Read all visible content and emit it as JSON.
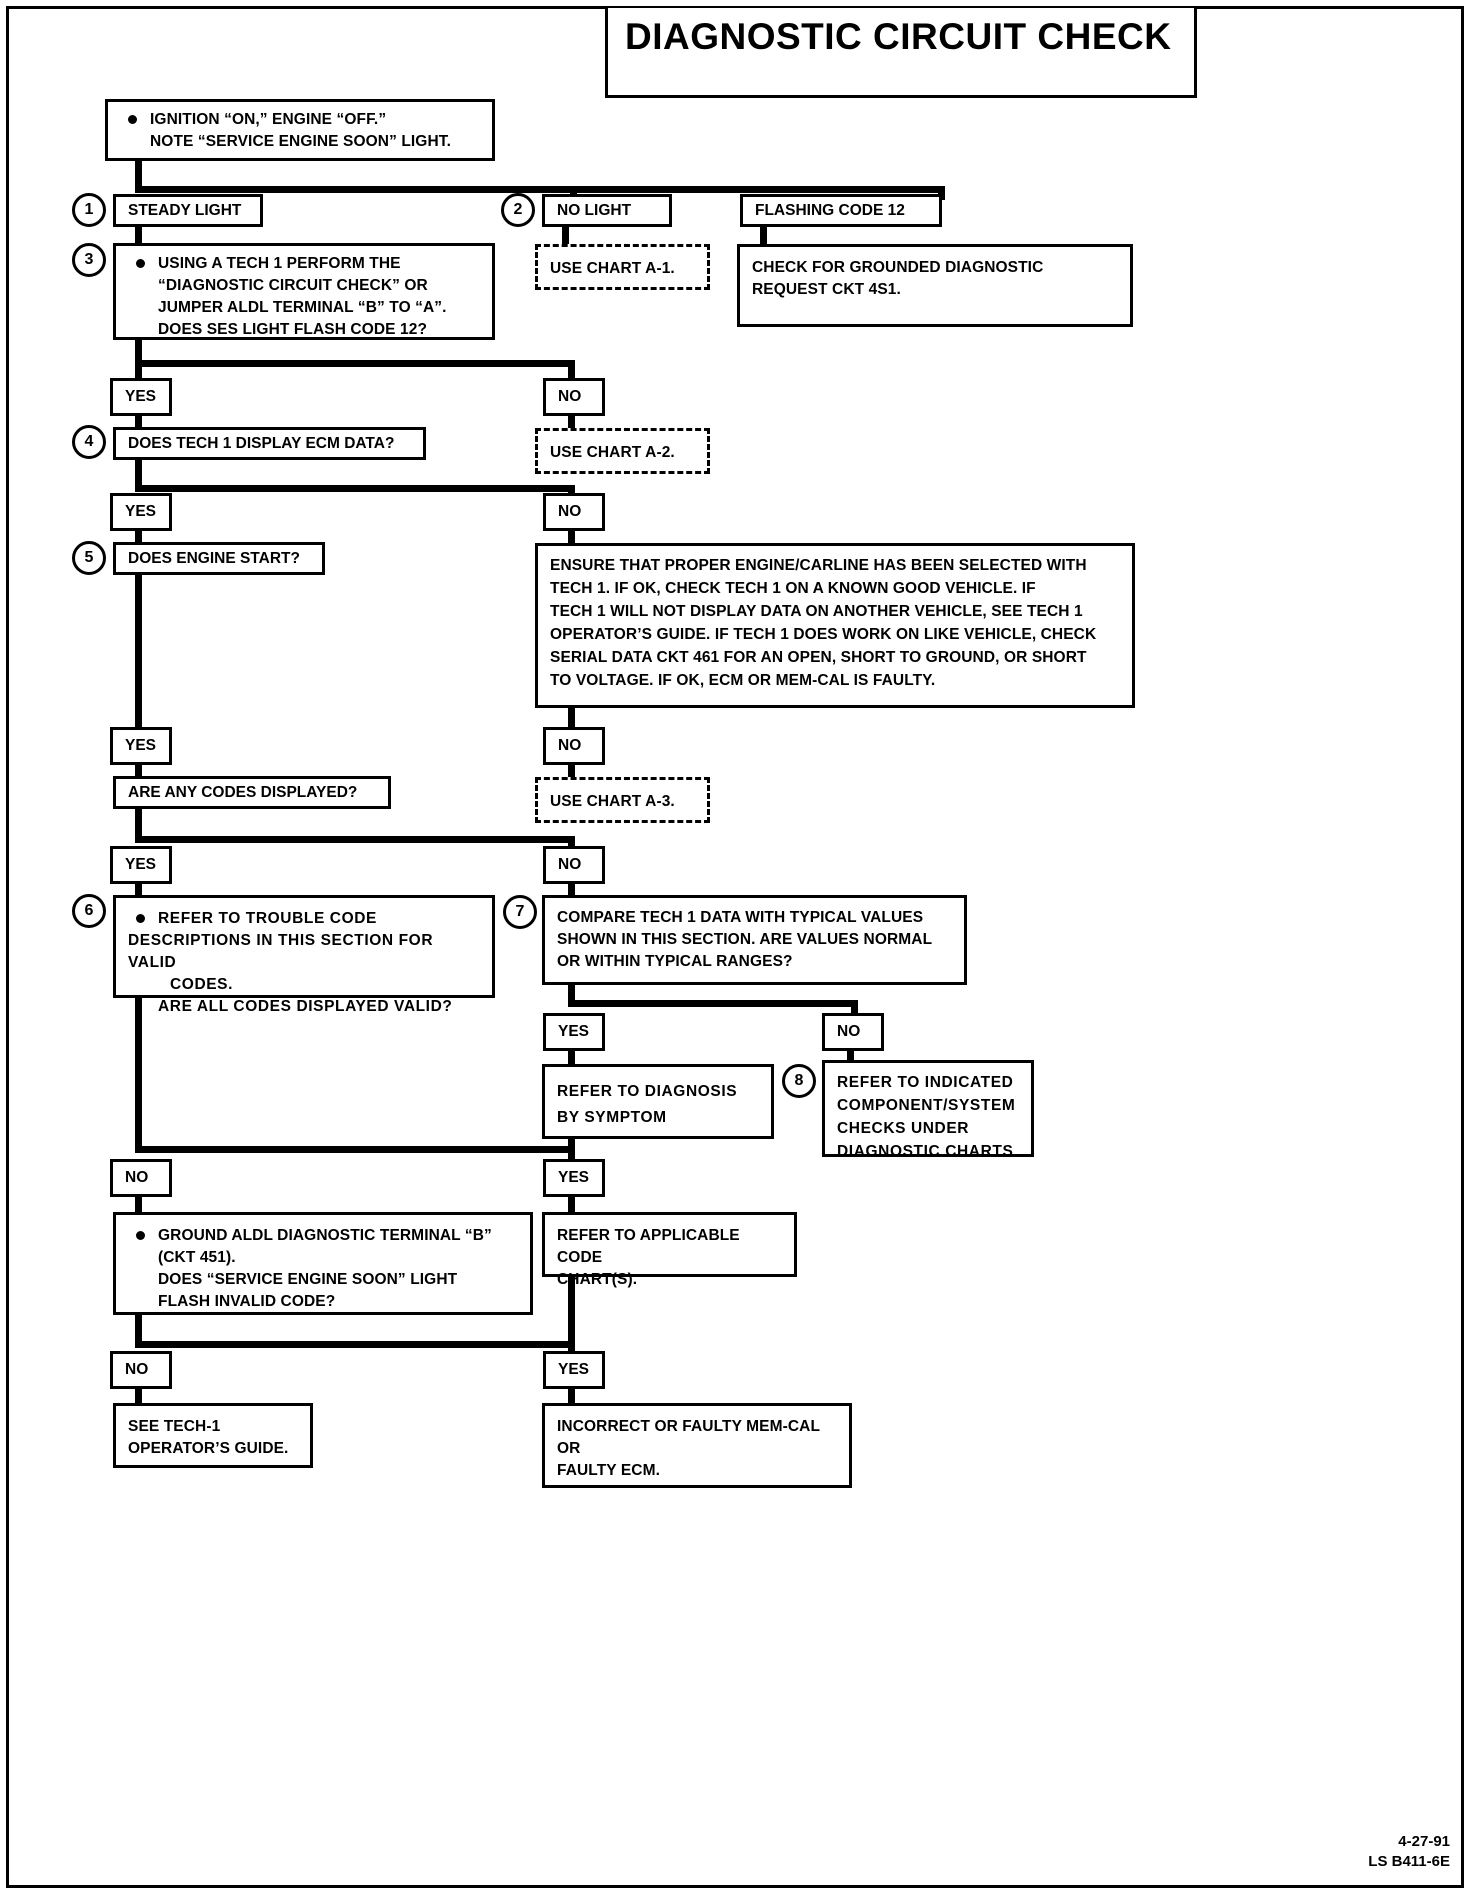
{
  "document": {
    "title": "DIAGNOSTIC CIRCUIT CHECK",
    "footer_date": "4-27-91",
    "footer_code": "LS B411-6E"
  },
  "nodes": {
    "start": {
      "line1": "IGNITION “ON,” ENGINE “OFF.”",
      "line2": "NOTE “SERVICE ENGINE SOON” LIGHT."
    },
    "steady_light": "STEADY LIGHT",
    "no_light": "NO LIGHT",
    "flashing_code_12": "FLASHING CODE 12",
    "use_chart_a1": "USE CHART A-1.",
    "grounded_request": {
      "line1": "CHECK FOR GROUNDED DIAGNOSTIC",
      "line2": "REQUEST CKT 4S1."
    },
    "step3": {
      "line1": "USING A TECH 1 PERFORM THE",
      "line2": "“DIAGNOSTIC CIRCUIT CHECK” OR",
      "line3": "JUMPER  ALDL TERMINAL “B” TO “A”.",
      "line4": "DOES SES LIGHT FLASH CODE 12?"
    },
    "step4": "DOES TECH 1 DISPLAY ECM DATA?",
    "use_chart_a2": "USE CHART A-2.",
    "step5": "DOES ENGINE START?",
    "ensure_block": {
      "line1": "ENSURE THAT PROPER ENGINE/CARLINE HAS BEEN SELECTED WITH",
      "line2": "TECH 1. IF OK, CHECK TECH 1 ON A KNOWN GOOD VEHICLE. IF",
      "line3": "TECH 1 WILL NOT DISPLAY DATA ON ANOTHER VEHICLE, SEE TECH 1",
      "line4": "OPERATOR’S GUIDE. IF TECH 1 DOES WORK ON LIKE VEHICLE, CHECK",
      "line5": "SERIAL DATA CKT 461 FOR AN OPEN, SHORT TO GROUND, OR SHORT",
      "line6": "TO VOLTAGE. IF OK, ECM OR MEM-CAL IS FAULTY."
    },
    "any_codes": "ARE ANY CODES DISPLAYED?",
    "use_chart_a3": "USE CHART A-3.",
    "step6": {
      "line1": "REFER TO  TROUBLE  CODE",
      "line2": "DESCRIPTIONS  IN THIS SECTION FOR VALID",
      "line3": "CODES.",
      "line4": "ARE ALL CODES DISPLAYED VALID?"
    },
    "step7": {
      "line1": "COMPARE TECH 1 DATA WITH TYPICAL VALUES",
      "line2": "SHOWN IN THIS SECTION.  ARE VALUES NORMAL",
      "line3": "OR WITHIN TYPICAL RANGES?"
    },
    "refer_diagnosis": {
      "line1": "REFER TO DIAGNOSIS",
      "line2": "BY  SYMPTOM"
    },
    "step8": {
      "line1": "REFER  TO  INDICATED",
      "line2": "COMPONENT/SYSTEM",
      "line3": "CHECKS  UNDER",
      "line4": "DIAGNOSTIC  CHARTS"
    },
    "ground_aldl": {
      "line1": "GROUND ALDL DIAGNOSTIC TERMINAL “B”",
      "line2": "(CKT 451).",
      "line3": "DOES “SERVICE ENGINE SOON” LIGHT",
      "line4": "FLASH INVALID CODE?"
    },
    "applicable_code": {
      "line1": "REFER TO APPLICABLE CODE",
      "line2": "CHART(S)."
    },
    "see_tech1": {
      "line1": "SEE TECH-1",
      "line2": "OPERATOR’S GUIDE."
    },
    "faulty_mem_cal": {
      "line1": "INCORRECT OR FAULTY MEM-CAL",
      "line2": "OR",
      "line3": "FAULTY ECM."
    }
  },
  "branch_labels": {
    "yes1": "YES",
    "no1": "NO",
    "yes2": "YES",
    "no2": "NO",
    "yes3": "YES",
    "no3": "NO",
    "yes4": "YES",
    "no4": "NO",
    "yes5": "YES",
    "no5": "NO",
    "no6": "NO",
    "yes6": "YES",
    "no7": "NO",
    "yes7": "YES"
  },
  "step_numbers": {
    "s1": "1",
    "s2": "2",
    "s3": "3",
    "s4": "4",
    "s5": "5",
    "s6": "6",
    "s7": "7",
    "s8": "8"
  }
}
